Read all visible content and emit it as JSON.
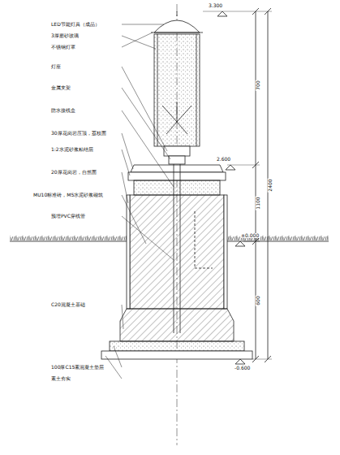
{
  "diagram": {
    "labels": [
      "LED节能灯具（成品）",
      "3厚磨砂玻璃",
      "不锈钢灯罩",
      "灯座",
      "金属支架",
      "防水接线盒",
      "30厚花岗岩压顶，荔枝面",
      "1:2水泥砂浆粘结层",
      "20厚花岗岩，自然面",
      "MU10标准砖，M5水泥砂浆砌筑",
      "预埋PVC穿线管",
      "C20混凝土基础",
      "100厚C15素混凝土垫层",
      "素土夯实",
      "3.300",
      "2.600",
      "±0.000",
      "-0.600",
      "700",
      "1100",
      "600",
      "2400"
    ]
  }
}
